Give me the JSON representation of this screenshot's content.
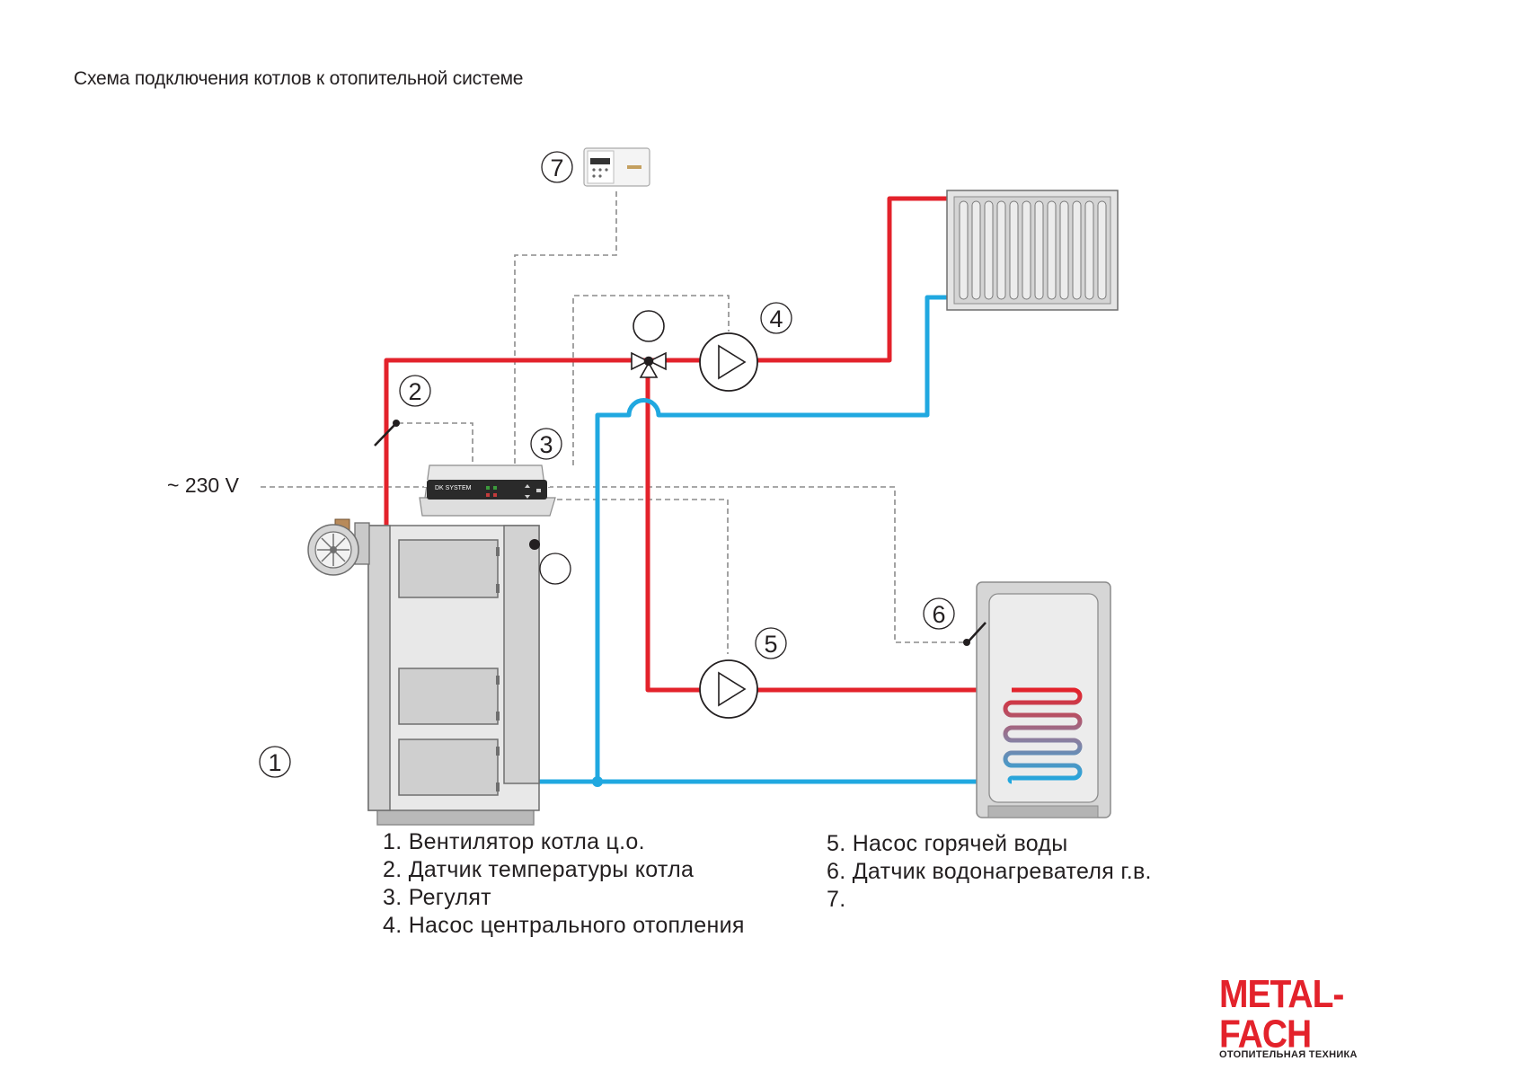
{
  "title": "Схема подключения котлов к отопительной системе",
  "voltage_label": "~ 230 V",
  "controller_screen_label": "DK SYSTEM",
  "callouts": [
    "1",
    "2",
    "3",
    "4",
    "5",
    "6",
    "7"
  ],
  "legend_left": [
    "1. Вентилятор котла ц.о.",
    "2. Датчик температуры котла",
    "3. Регулят",
    "4. Насос центрального отопления"
  ],
  "legend_right": [
    "5. Насос горячей воды",
    "6. Датчик водонагревателя г.в.",
    "7."
  ],
  "logo": {
    "name": "METAL-FACH",
    "tagline": "ОТОПИТЕЛЬНАЯ ТЕХНИКА"
  },
  "colors": {
    "supply_pipe": "#e3222b",
    "return_pipe": "#20a8e0",
    "signal_line": "#8c8c8c",
    "equipment_fill": "#dcdcdc"
  }
}
